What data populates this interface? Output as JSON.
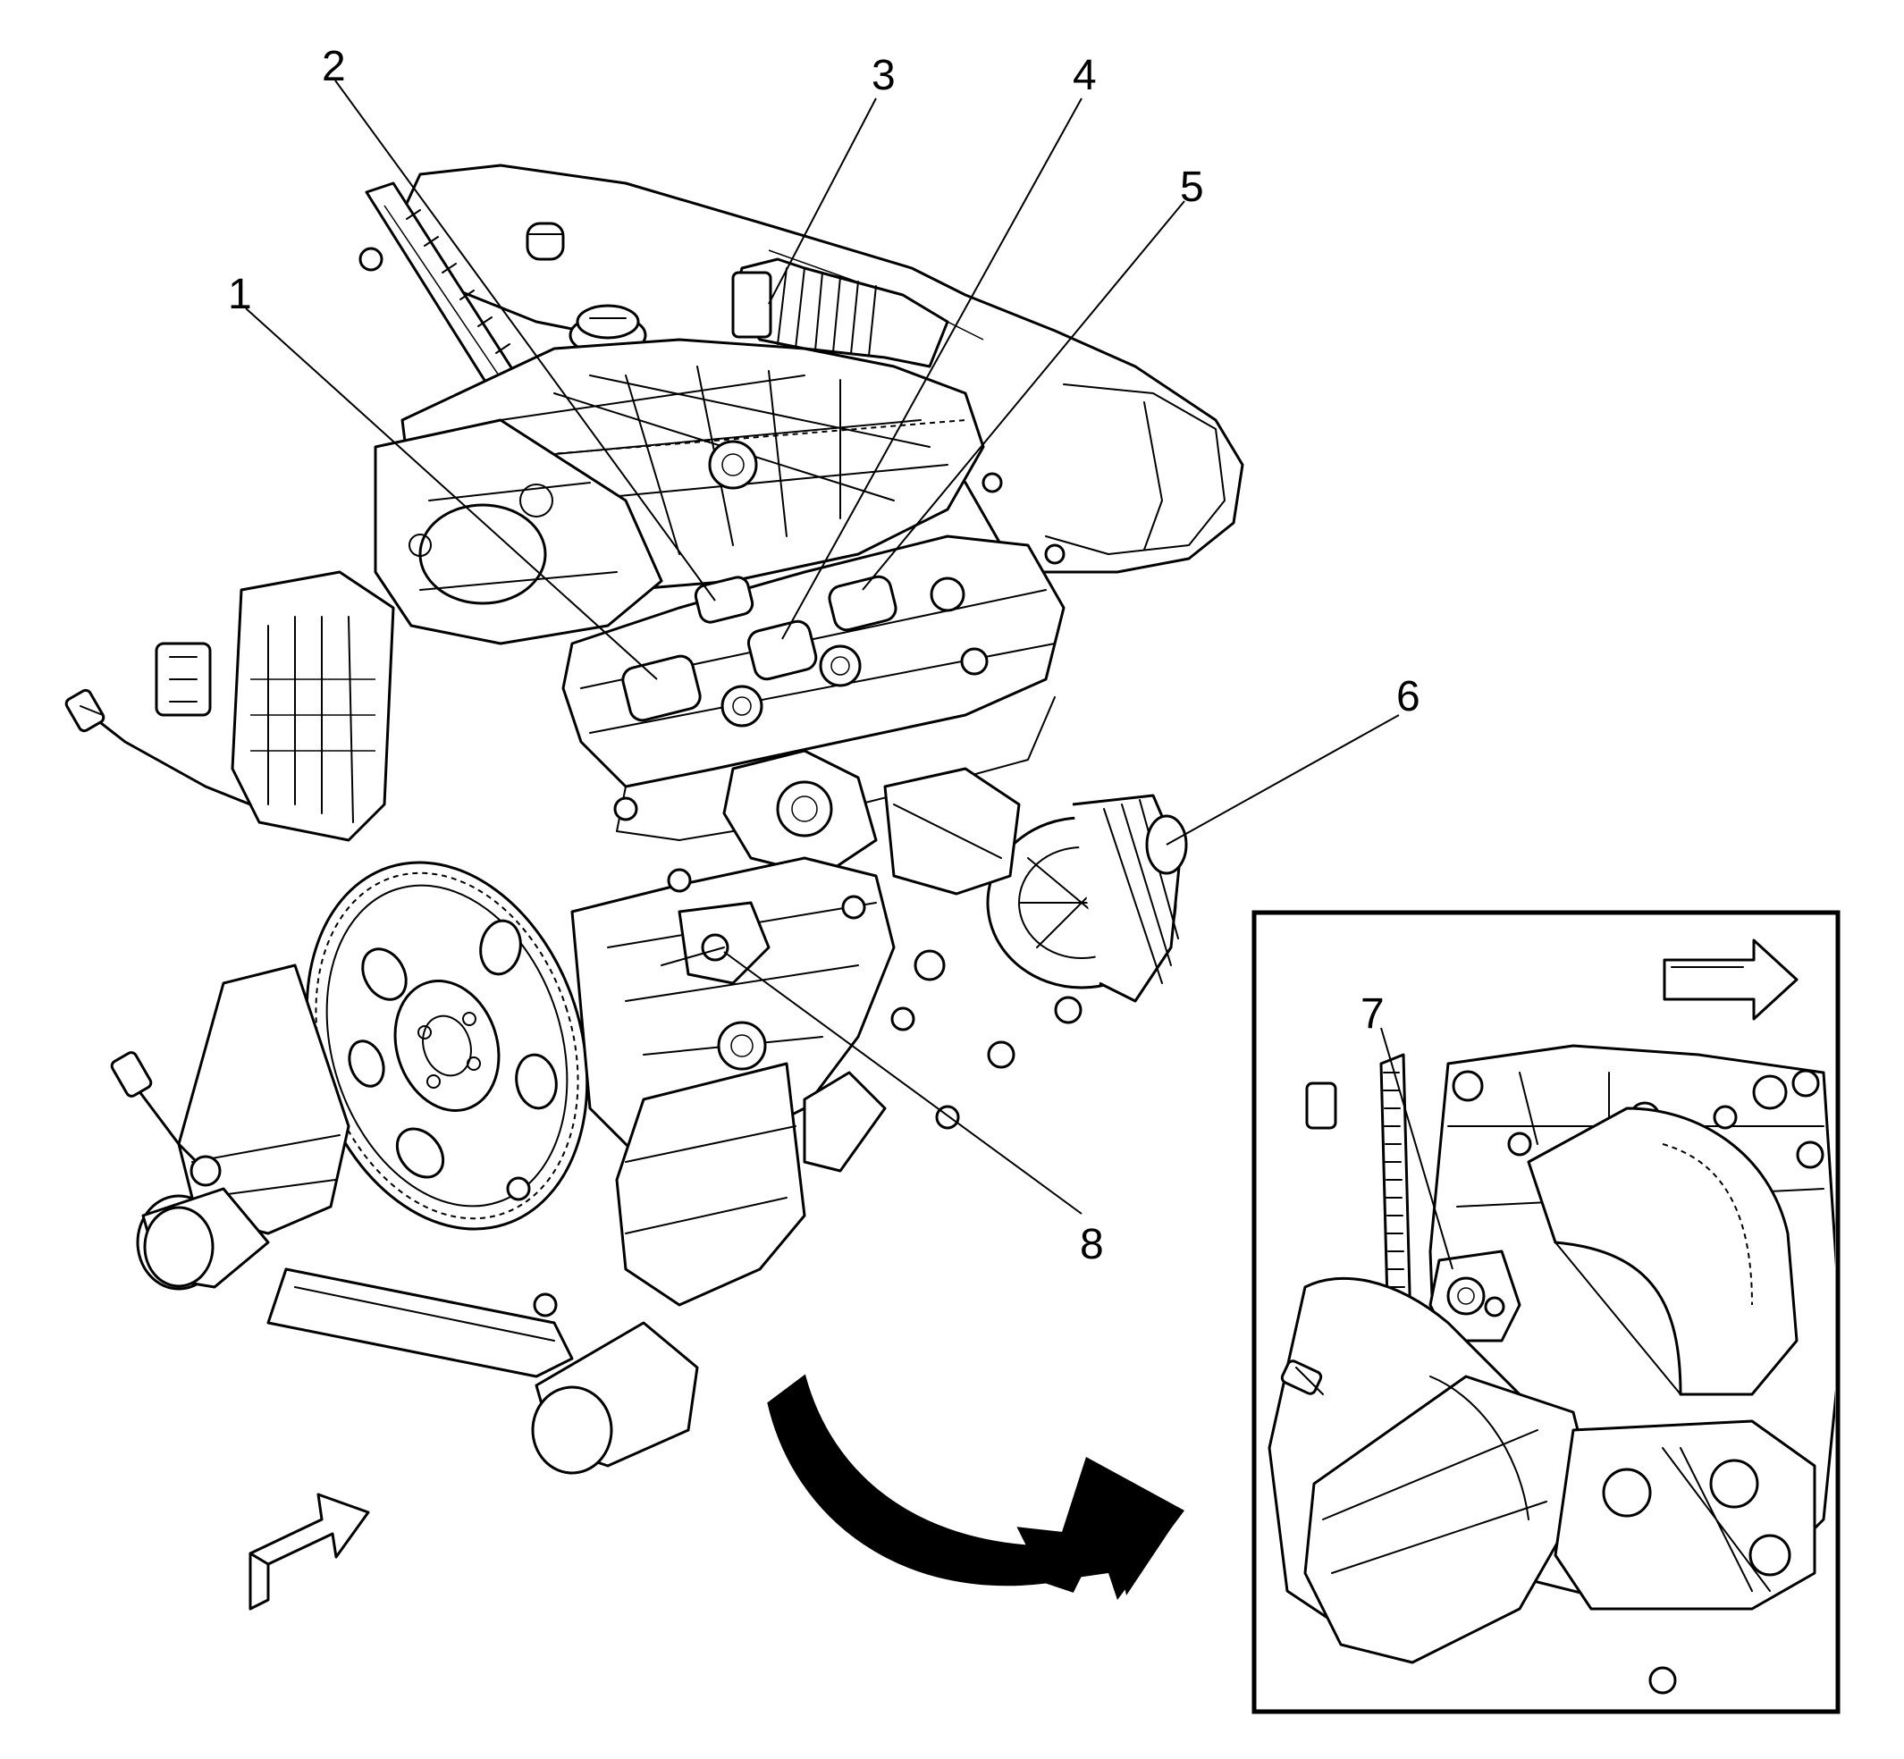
{
  "figure": {
    "callouts": [
      {
        "id": "1",
        "label": "1"
      },
      {
        "id": "2",
        "label": "2"
      },
      {
        "id": "3",
        "label": "3"
      },
      {
        "id": "4",
        "label": "4"
      },
      {
        "id": "5",
        "label": "5"
      },
      {
        "id": "6",
        "label": "6"
      },
      {
        "id": "7",
        "label": "7"
      },
      {
        "id": "8",
        "label": "8"
      }
    ],
    "view_arrow": "hollow-direction-arrow",
    "transition_arrow": "curved-solid-arrow",
    "inset_view": "detail-inset-frame"
  }
}
